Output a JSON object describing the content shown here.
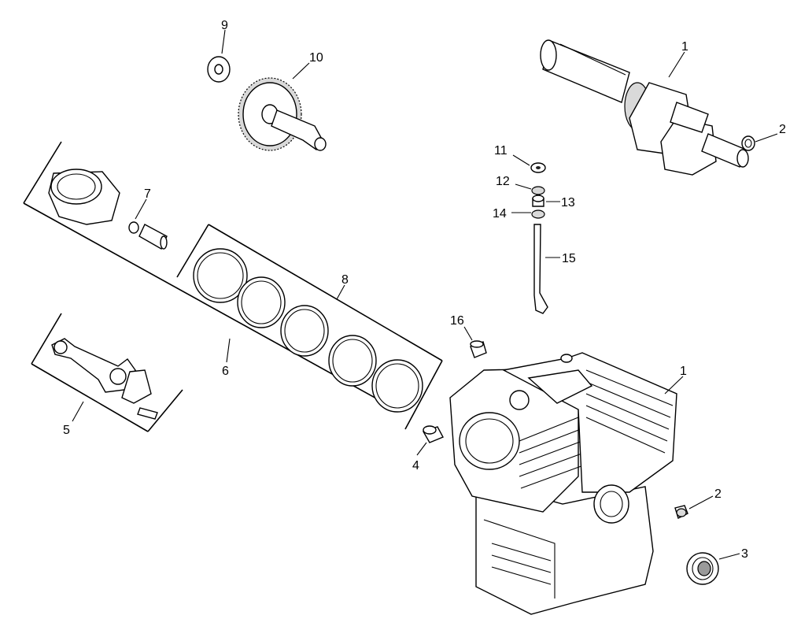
{
  "diagram": {
    "callouts": {
      "c1a": "1",
      "c2a": "2",
      "c9": "9",
      "c10": "10",
      "c11": "11",
      "c12": "12",
      "c13": "13",
      "c14": "14",
      "c15": "15",
      "c7": "7",
      "c8": "8",
      "c6": "6",
      "c5": "5",
      "c16": "16",
      "c1b": "1",
      "c4": "4",
      "c2b": "2",
      "c3": "3"
    }
  }
}
